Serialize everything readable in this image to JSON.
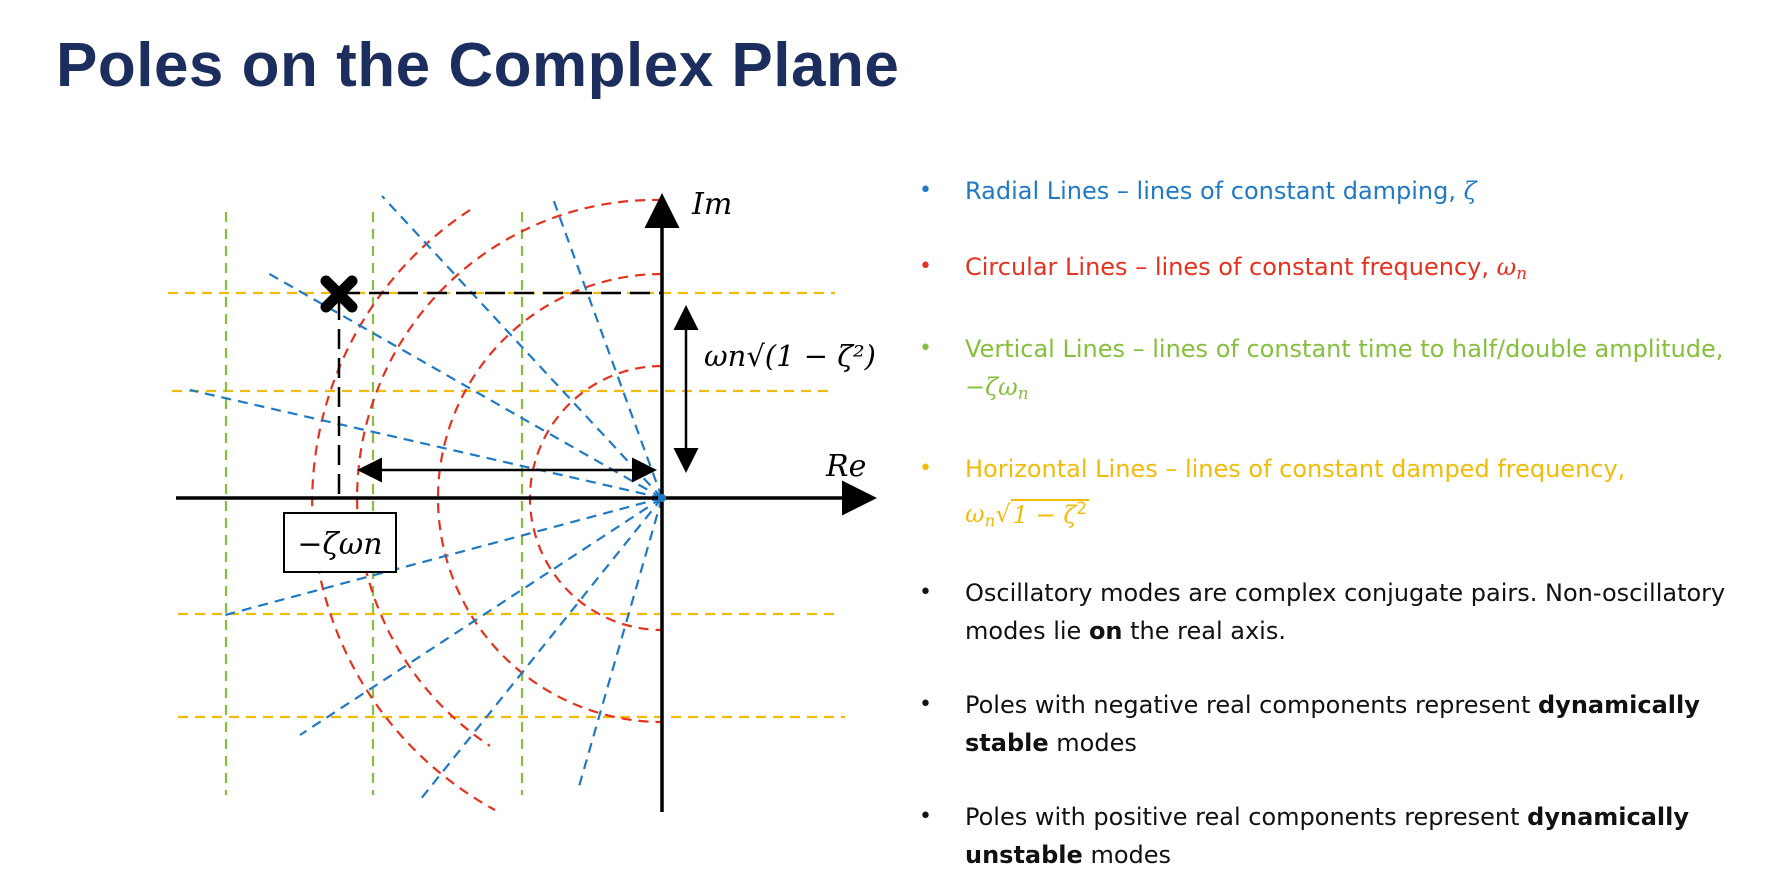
{
  "slide": {
    "title": "Poles on the Complex Plane"
  },
  "diagram": {
    "axis_labels": {
      "imaginary": "Im",
      "real": "Re"
    },
    "annotations": {
      "damped_frequency": "ωn√(1 − ζ²)",
      "real_part": "−ζωn"
    },
    "colors": {
      "radial": "#1f79c4",
      "circular": "#e3321f",
      "vertical": "#86bf3d",
      "horizontal": "#f0bc0a",
      "axes": "#000000"
    },
    "icons": {
      "pole_marker": "cross-icon"
    }
  },
  "bullets": {
    "radial": {
      "text": "Radial Lines – lines of constant damping, ",
      "symbol": "ζ",
      "color": "#1f79c4"
    },
    "circular": {
      "text": "Circular Lines – lines of constant frequency, ",
      "symbol": "ω",
      "subscript": "n",
      "color": "#e3321f"
    },
    "vertical": {
      "text": "Vertical Lines – lines of constant time to half/double amplitude, ",
      "symbol": "−ζω",
      "subscript": "n",
      "color": "#86bf3d"
    },
    "horizontal": {
      "text": "Horizontal Lines – lines of constant damped frequency,",
      "symbol": "ω",
      "subscript": "n",
      "radicand": "1 − ζ",
      "power": "2",
      "color": "#f0bc0a"
    },
    "oscillatory": {
      "text_before": "Oscillatory modes are complex conjugate pairs. Non-oscillatory modes lie ",
      "bold": "on",
      "text_after": " the real axis."
    },
    "stable": {
      "text_before": "Poles with negative real components represent ",
      "bold": "dynamically stable",
      "text_after": " modes"
    },
    "unstable": {
      "text_before": "Poles with positive real components represent ",
      "bold": "dynamically unstable",
      "text_after": " modes"
    }
  }
}
